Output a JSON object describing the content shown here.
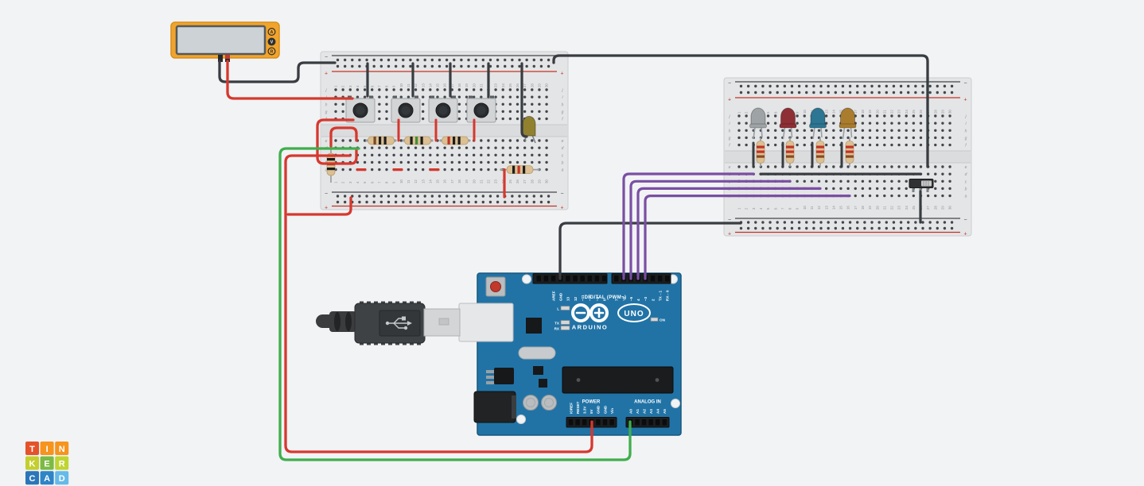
{
  "canvas": {
    "background": "#f2f3f5"
  },
  "multimeter": {
    "body_color": "#f1a42c",
    "screen_color": "#ccd2d5",
    "mode_buttons": [
      "A",
      "V",
      "R"
    ],
    "selected_mode": "V"
  },
  "breadboard": {
    "column_labels": [
      "1",
      "2",
      "3",
      "4",
      "5",
      "6",
      "7",
      "8",
      "9",
      "10",
      "11",
      "12",
      "13",
      "14",
      "15",
      "16",
      "17",
      "18",
      "19",
      "20",
      "21",
      "22",
      "23",
      "24",
      "25",
      "26",
      "27",
      "28",
      "29",
      "30"
    ],
    "upper_row_letters": [
      "j",
      "i",
      "h",
      "g",
      "f"
    ],
    "lower_row_letters": [
      "e",
      "d",
      "c",
      "b",
      "a"
    ],
    "minus_label": "−",
    "plus_label": "+"
  },
  "arduino": {
    "board_color": "#2173a6",
    "digital_caption": "DIGITAL (PWM~)",
    "digital_left_labels": [
      "AREF",
      "GND",
      "13",
      "12",
      "~11",
      "~10",
      "~9",
      "8"
    ],
    "digital_right_labels": [
      "7",
      "~6",
      "~5",
      "4",
      "~3",
      "2",
      "TX→1",
      "RX←0"
    ],
    "led_labels": [
      "L",
      "TX",
      "RX"
    ],
    "on_label": "ON",
    "brand": "ARDUINO",
    "model": "UNO",
    "power_caption": "POWER",
    "power_labels": [
      "IOREF",
      "RESET",
      "3.3V",
      "5V",
      "GND",
      "GND",
      "Vin"
    ],
    "analog_caption": "ANALOG IN",
    "analog_labels": [
      "A0",
      "A1",
      "A2",
      "A3",
      "A4",
      "A5"
    ]
  },
  "components": {
    "pushbutton_count": 4,
    "bb1_row_e_resistor_bands": [
      [
        "#7a4a21",
        "#1d1d1d",
        "#1d1d1d"
      ],
      [
        "#1d1d1d",
        "#3f8f3a",
        "#1d1d1d"
      ],
      [
        "#c23327",
        "#1d1d1d",
        "#1d1d1d"
      ]
    ],
    "bb1_row_a_resistor_bands": [
      "#1d1d1d",
      "#c23327",
      "#1d1d1d"
    ],
    "bb1_vertical_resistor_bands": [
      "#1d1d1d",
      "#7a4a21",
      "#1d1d1d"
    ],
    "bb2_resistor_bands": [
      "#c23327",
      "#c23327",
      "#8a4a21"
    ],
    "led_colors": [
      "#9ea3a6",
      "#8e2e35",
      "#2c7593",
      "#a97c2e"
    ],
    "phototransistor_color": "#91812f",
    "resistor_body_color": "#dcc093",
    "slide_switch": {
      "body_color": "#2f3133",
      "knob_color": "#c9c9c9"
    }
  },
  "wires": {
    "red": "#d6382e",
    "black": "#393c40",
    "green": "#3fae4c",
    "purple": "#7a4fa3"
  },
  "logo": {
    "tiles": [
      {
        "letter": "T",
        "color": "#e4532b"
      },
      {
        "letter": "I",
        "color": "#f6941e"
      },
      {
        "letter": "N",
        "color": "#f6941e"
      },
      {
        "letter": "K",
        "color": "#c4cf2d"
      },
      {
        "letter": "E",
        "color": "#7cba43"
      },
      {
        "letter": "R",
        "color": "#c0d431"
      },
      {
        "letter": "C",
        "color": "#2b76b9"
      },
      {
        "letter": "A",
        "color": "#2e84c6"
      },
      {
        "letter": "D",
        "color": "#65bae8"
      }
    ]
  }
}
